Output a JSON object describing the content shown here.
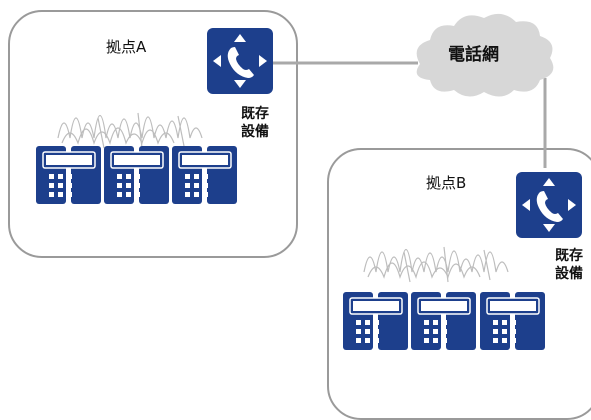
{
  "sites": [
    {
      "name": "拠点A",
      "equipment_label": [
        "既存",
        "設備"
      ]
    },
    {
      "name": "拠点B",
      "equipment_label": [
        "既存",
        "設備"
      ]
    }
  ],
  "network": {
    "label": "電話網"
  },
  "colors": {
    "device_blue": "#1d3f8c",
    "line_gray": "#a9a9a9",
    "border_gray": "#9a9a9a",
    "cloud_gray": "#d7d7d7"
  },
  "icons": {
    "exchange": "phone-handset-with-arrows-icon",
    "phone": "desk-phone-icon",
    "network": "cloud-icon"
  }
}
